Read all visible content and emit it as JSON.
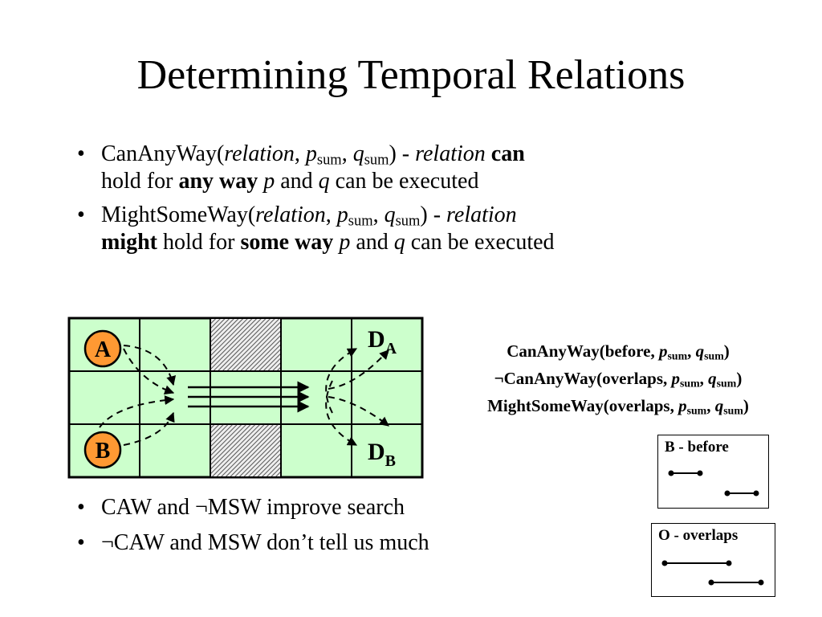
{
  "slide": {
    "title": "Determining Temporal Relations"
  },
  "bullets_top": [
    {
      "prefix": "CanAnyWay(",
      "arg_relation": "relation",
      "p": "p",
      "q": "q",
      "sub": "sum",
      "mid": ") - ",
      "relation_word": "relation",
      "modal": "can",
      "line2_a": "hold for",
      "emph": "any way",
      "line2_b": "and",
      "line2_c": "can be executed"
    },
    {
      "prefix": "MightSomeWay(",
      "arg_relation": "relation",
      "p": "p",
      "q": "q",
      "sub": "sum",
      "mid": ") - ",
      "relation_word": "relation",
      "modal": "might",
      "line2_a": "hold for",
      "emph": "some way",
      "line2_b": "and",
      "line2_c": "can be executed"
    }
  ],
  "diagram": {
    "node_a": "A",
    "node_b": "B",
    "d_letter": "D",
    "d_a_sub": "A",
    "d_b_sub": "B",
    "grid_fill": "#ccffcc",
    "node_fill": "#ff9933",
    "hatch_fill": "#555555"
  },
  "relations": [
    {
      "lead": "CanAnyWay(before, ",
      "p": "p",
      "q": "q",
      "sub": "sum",
      "tail": ")"
    },
    {
      "lead": "¬CanAnyWay(overlaps, ",
      "p": "p",
      "q": "q",
      "sub": "sum",
      "tail": ")"
    },
    {
      "lead": "MightSomeWay(overlaps, ",
      "p": "p",
      "q": "q",
      "sub": "sum",
      "tail": ")"
    }
  ],
  "legend": {
    "before_label": "B - before",
    "overlaps_label": "O - overlaps"
  },
  "bullets_bottom": [
    {
      "text": "CAW and ¬MSW improve search"
    },
    {
      "text": "¬CAW and MSW don’t tell us much"
    }
  ],
  "bullet_glyph": "•"
}
